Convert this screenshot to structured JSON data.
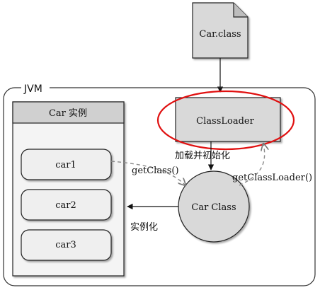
{
  "file": {
    "label": "Car.class"
  },
  "jvm": {
    "label": "JVM"
  },
  "instances": {
    "header": "Car 实例",
    "items": [
      "car1",
      "car2",
      "car3"
    ]
  },
  "classloader": {
    "label": "ClassLoader"
  },
  "carclass": {
    "label": "Car Class"
  },
  "edges": {
    "load_init": "加载并初始化",
    "get_class": "getClass()",
    "get_class_loader": "getClassLoader()",
    "instantiate": "实例化"
  },
  "colors": {
    "highlight": "#e01010",
    "box_fill": "#d9d9d9",
    "item_fill": "#efefef",
    "header_fill": "#d0d0d0",
    "stroke": "#222222",
    "dashed": "#8a8a8a"
  }
}
